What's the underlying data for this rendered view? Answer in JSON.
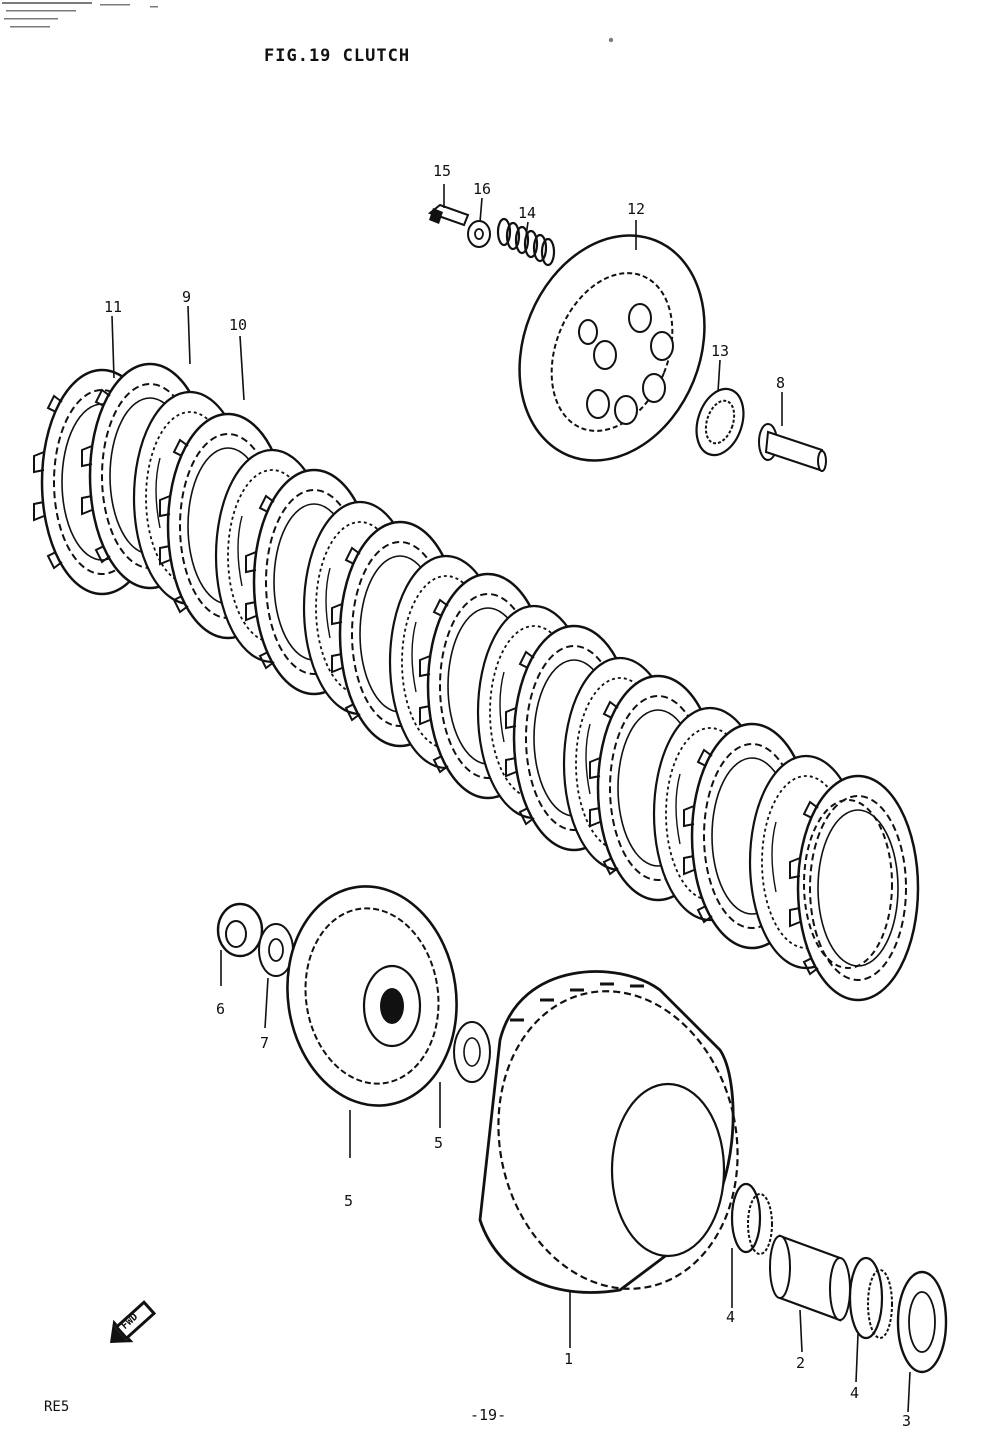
{
  "title": "FIG.19  CLUTCH",
  "page_number": "-19-",
  "model_code": "RE5",
  "front_arrow_text": "FWD",
  "callouts": {
    "c1": "1",
    "c2": "2",
    "c3": "3",
    "c4a": "4",
    "c4b": "4",
    "c5": "5",
    "c5b": "5",
    "c6": "6",
    "c7": "7",
    "c8": "8",
    "c9": "9",
    "c10": "10",
    "c11": "11",
    "c12": "12",
    "c13": "13",
    "c14": "14",
    "c15": "15",
    "c16": "16"
  },
  "colors": {
    "ink": "#111111",
    "paper": "#ffffff"
  }
}
